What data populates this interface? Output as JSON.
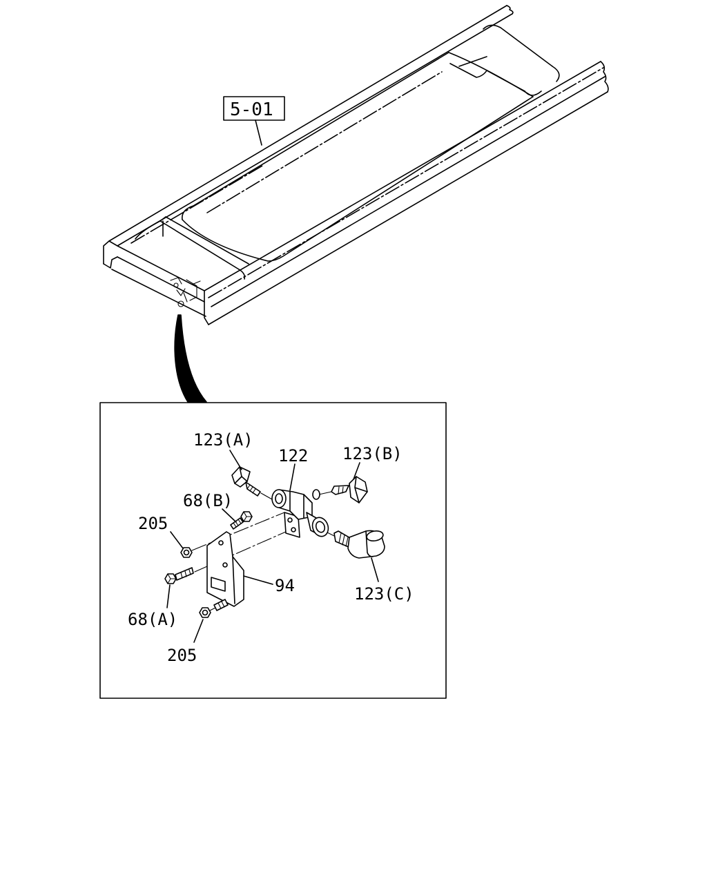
{
  "colors": {
    "line": "#000000",
    "background": "#ffffff"
  },
  "frame_reference": {
    "label": "5-01"
  },
  "callouts": {
    "part_123a": "123(A)",
    "part_122": "122",
    "part_123b": "123(B)",
    "part_68b": "68(B)",
    "part_205_upper": "205",
    "part_94": "94",
    "part_68a": "68(A)",
    "part_123c": "123(C)",
    "part_205_lower": "205"
  }
}
